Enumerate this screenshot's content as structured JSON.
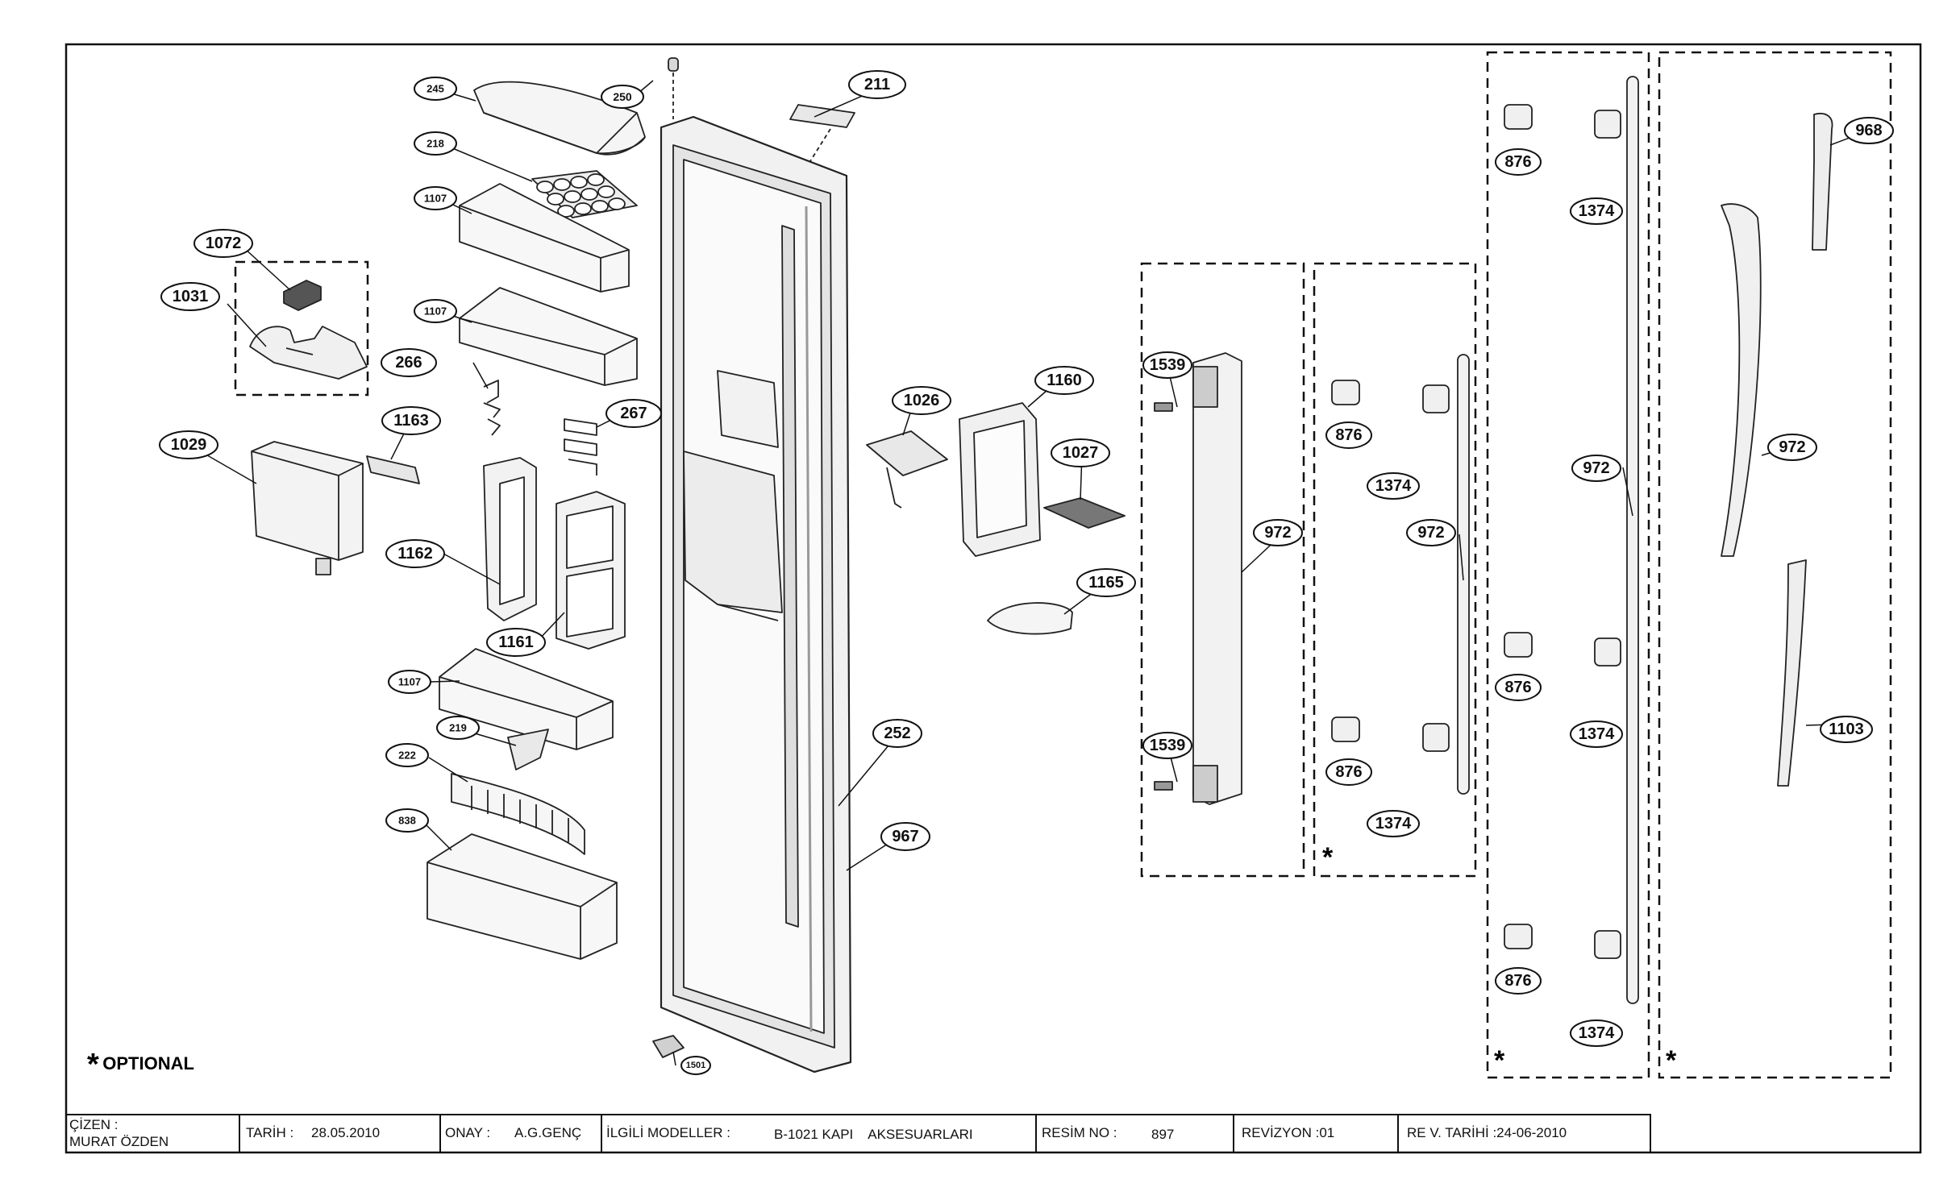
{
  "callouts": [
    {
      "id": "c245",
      "text": "245"
    },
    {
      "id": "c250",
      "text": "250"
    },
    {
      "id": "c211",
      "text": "211"
    },
    {
      "id": "c218",
      "text": "218"
    },
    {
      "id": "c1107a",
      "text": "1107"
    },
    {
      "id": "c1107b",
      "text": "1107"
    },
    {
      "id": "c1072",
      "text": "1072"
    },
    {
      "id": "c1031",
      "text": "1031"
    },
    {
      "id": "c266",
      "text": "266"
    },
    {
      "id": "c267",
      "text": "267"
    },
    {
      "id": "c1163",
      "text": "1163"
    },
    {
      "id": "c1029",
      "text": "1029"
    },
    {
      "id": "c1162",
      "text": "1162"
    },
    {
      "id": "c1161",
      "text": "1161"
    },
    {
      "id": "c1107c",
      "text": "1107"
    },
    {
      "id": "c219",
      "text": "219"
    },
    {
      "id": "c222",
      "text": "222"
    },
    {
      "id": "c838",
      "text": "838"
    },
    {
      "id": "c1501",
      "text": "1501"
    },
    {
      "id": "c252",
      "text": "252"
    },
    {
      "id": "c967",
      "text": "967"
    },
    {
      "id": "c1026",
      "text": "1026"
    },
    {
      "id": "c1160",
      "text": "1160"
    },
    {
      "id": "c1027",
      "text": "1027"
    },
    {
      "id": "c1165",
      "text": "1165"
    },
    {
      "id": "c1539a",
      "text": "1539"
    },
    {
      "id": "c1539b",
      "text": "1539"
    },
    {
      "id": "c972a",
      "text": "972"
    },
    {
      "id": "c876a",
      "text": "876"
    },
    {
      "id": "c1374a",
      "text": "1374"
    },
    {
      "id": "c972b",
      "text": "972"
    },
    {
      "id": "c876b",
      "text": "876"
    },
    {
      "id": "c1374b",
      "text": "1374"
    },
    {
      "id": "c876c",
      "text": "876"
    },
    {
      "id": "c1374c",
      "text": "1374"
    },
    {
      "id": "c972c",
      "text": "972"
    },
    {
      "id": "c876d",
      "text": "876"
    },
    {
      "id": "c1374d",
      "text": "1374"
    },
    {
      "id": "c876e",
      "text": "876"
    },
    {
      "id": "c1374e",
      "text": "1374"
    },
    {
      "id": "c968",
      "text": "968"
    },
    {
      "id": "c972d",
      "text": "972"
    },
    {
      "id": "c1103",
      "text": "1103"
    }
  ],
  "optional_marks": [
    "*",
    "*",
    "*"
  ],
  "optional_note": {
    "star": "*",
    "text": "OPTIONAL"
  },
  "title_block": {
    "cizen_label": "ÇİZEN :",
    "cizen_value": "MURAT ÖZDEN",
    "tarih_label": "TARİH :",
    "tarih_value": "28.05.2010",
    "onay_label": "ONAY :",
    "onay_value": "A.G.GENÇ",
    "modeller_label": "İLGİLİ MODELLER :",
    "modeller_value": "B-1021 KAPI    AKSESUARLARI",
    "resim_label": "RESİM NO :",
    "resim_value": "897",
    "revizyon": "REVİZYON :01",
    "rev_tarihi": "RE V. TARİHİ :24-06-2010"
  },
  "colors": {
    "line": "#111111",
    "part_fill": "#f2f2f2",
    "part_shade": "#cfcfcf",
    "dark": "#555555"
  }
}
